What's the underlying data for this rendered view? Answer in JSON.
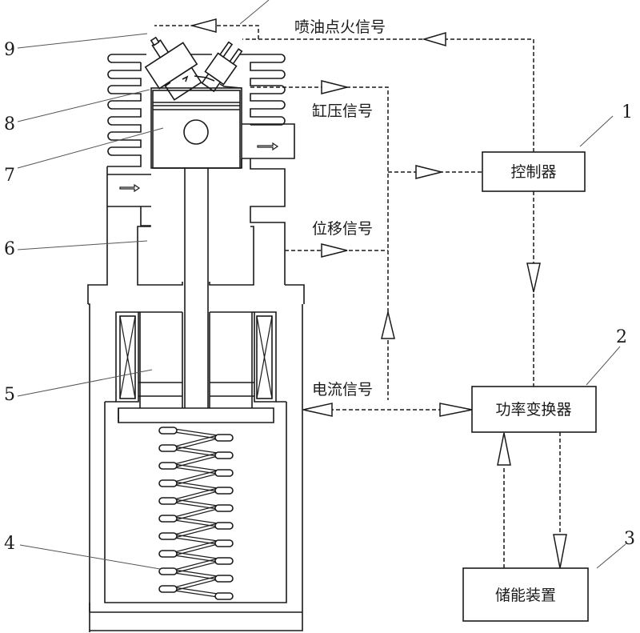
{
  "figure": {
    "type": "linear free-piston engine generator system schematic",
    "components": [
      {
        "number": "1",
        "name": "控制器"
      },
      {
        "number": "2",
        "name": "功率变换器"
      },
      {
        "number": "3",
        "name": "储能装置"
      },
      {
        "number": "4",
        "name": "spring"
      },
      {
        "number": "5",
        "name": "linear motor mover"
      },
      {
        "number": "6",
        "name": "engine body / cylinder"
      },
      {
        "number": "7",
        "name": "piston"
      },
      {
        "number": "8",
        "name": "combustion chamber"
      },
      {
        "number": "9",
        "name": "fuel injector"
      }
    ],
    "part_numbers": {
      "n1": "1",
      "n2": "2",
      "n3": "3",
      "n4": "4",
      "n5": "5",
      "n6": "6",
      "n7": "7",
      "n8": "8",
      "n9": "9"
    },
    "blocks": {
      "controller": "控制器",
      "power_converter": "功率变换器",
      "energy_storage": "储能装置"
    },
    "signals": {
      "injection_ignition": "喷油点火信号",
      "cylinder_pressure": "缸压信号",
      "displacement": "位移信号",
      "current": "电流信号"
    },
    "flows": [
      {
        "from": "控制器",
        "to": "fuel injector & spark plug",
        "signal": "喷油点火信号"
      },
      {
        "from": "cylinder",
        "to": "控制器",
        "signal": "缸压信号"
      },
      {
        "from": "engine body",
        "to": "控制器",
        "signal": "位移信号"
      },
      {
        "from": "功率变换器",
        "to": "控制器",
        "signal": "电流信号"
      },
      {
        "from": "控制器",
        "to": "功率变换器",
        "signal": ""
      },
      {
        "from": "功率变换器",
        "to": "linear motor",
        "signal": ""
      },
      {
        "from": "功率变换器",
        "to": "储能装置",
        "signal": ""
      },
      {
        "from": "储能装置",
        "to": "功率变换器",
        "signal": ""
      }
    ]
  }
}
